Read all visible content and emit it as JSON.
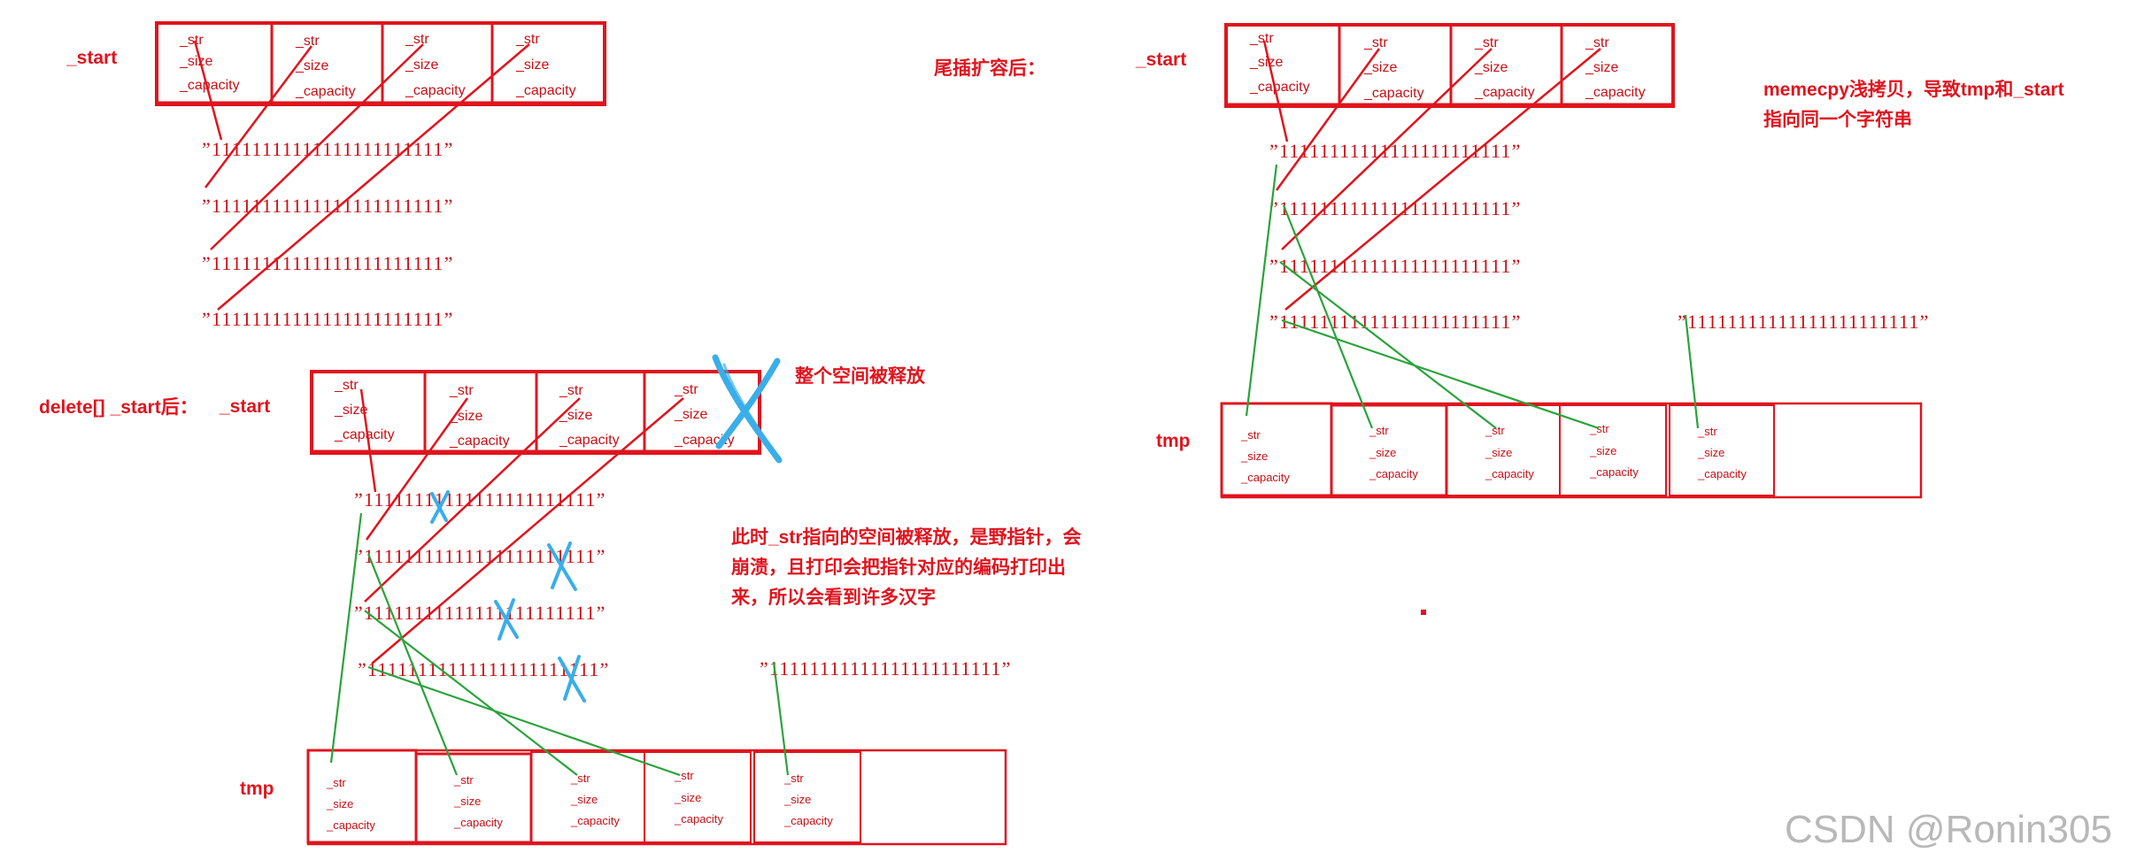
{
  "labels": {
    "start": "_start",
    "tmp": "tmp",
    "after_push_back": "尾插扩容后：",
    "after_delete": "delete[] _start后：",
    "whole_space_released": "整个空间被释放"
  },
  "notes": {
    "memcpy_line1": "memecpy浅拷贝，导致tmp和_start",
    "memcpy_line2": "指向同一个字符串",
    "wild_line1": "此时_str指向的空间被释放，是野指针，会",
    "wild_line2": "崩溃，且打印会把指针对应的编码打印出",
    "wild_line3": "来，所以会看到许多汉字"
  },
  "fields": {
    "str": "_str",
    "size": "_size",
    "capacity": "_capacity"
  },
  "string_value": "”11111111111111111111111”",
  "watermark": "CSDN @Ronin305",
  "colors": {
    "red": "#e0141e",
    "green": "#2aa33a",
    "blue_cross": "#3aaee8",
    "watermark": "#b8b8b8"
  }
}
